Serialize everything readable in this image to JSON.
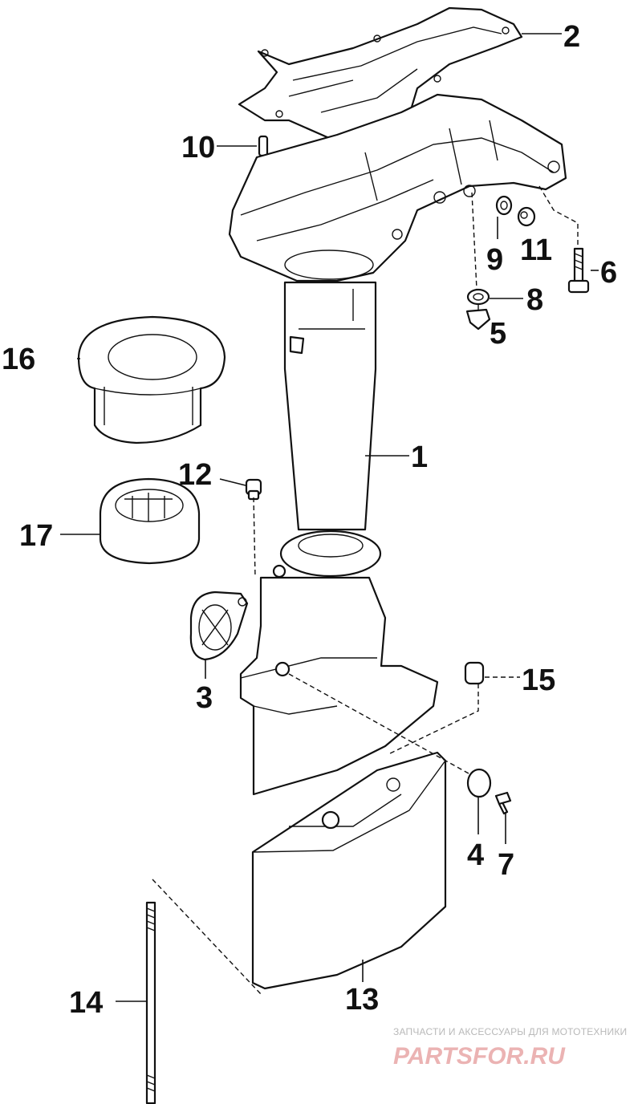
{
  "callouts": {
    "c1": "1",
    "c2": "2",
    "c3": "3",
    "c4": "4",
    "c5": "5",
    "c6": "6",
    "c7": "7",
    "c8": "8",
    "c9": "9",
    "c10": "10",
    "c11": "11",
    "c12": "12",
    "c13": "13",
    "c14": "14",
    "c15": "15",
    "c16": "16",
    "c17": "17"
  },
  "watermark": {
    "tagline": "ЗАПЧАСТИ И АКСЕССУАРЫ ДЛЯ МОТОТЕХНИКИ",
    "brand": "PARTSFOR.RU"
  },
  "colors": {
    "line": "#111111",
    "watermark_brand": "#ebb3b3",
    "watermark_tagline": "#b9b9b9"
  }
}
